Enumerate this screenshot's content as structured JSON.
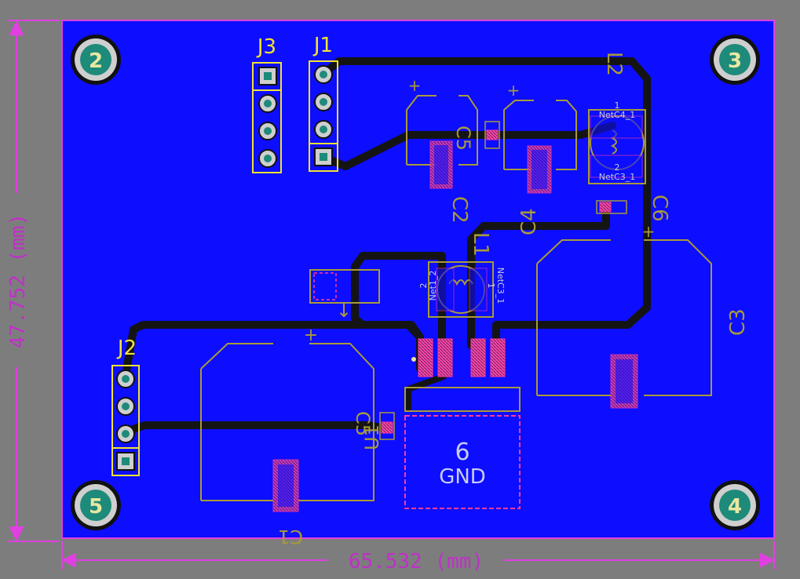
{
  "board": {
    "width_dimension": "65.532 (mm)",
    "height_dimension": "47.752 (mm)"
  },
  "designators": {
    "j1": "J1",
    "j2": "J2",
    "j3": "J3",
    "c1": "C1",
    "c2": "C2",
    "c3": "C3",
    "c4": "C4",
    "c5": "C5",
    "c6": "C6",
    "l1": "L1",
    "l2": "L2",
    "u1": "U1"
  },
  "mounting_holes": {
    "hole_2": "2",
    "hole_3": "3",
    "hole_4": "4",
    "hole_5": "5"
  },
  "pad_labels": {
    "gnd_pad_number": "6",
    "gnd_pad_name": "GND",
    "l2_pin1_number": "1",
    "l2_pin1_net": "NetC4_1",
    "l2_pin2_number": "2",
    "l2_pin2_net": "NetC3_1",
    "l1_pin2_number": "2",
    "l1_pin2_net": "Net1_2",
    "l1_pin1_number": "1",
    "l1_pin1_net": "NetC3_1"
  },
  "polarity": {
    "plus_mark": "+"
  },
  "colors": {
    "background": "#7d7d7d",
    "copper_pour": "#0d0dff",
    "trace": "#1a1a1a",
    "outline": "#e040e0",
    "silk_yellow": "#f2e233",
    "silk_olive": "#a89a3a",
    "pad_magenta": "#ff3a9a",
    "hole_ring": "#c8c8c8",
    "hole_center": "#1e8a7a"
  }
}
